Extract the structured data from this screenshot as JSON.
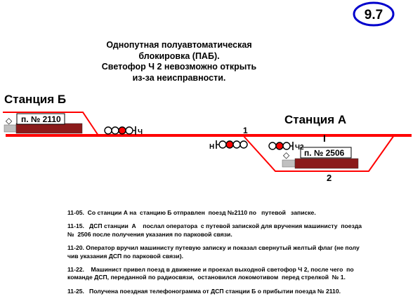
{
  "badge": "9.7",
  "title_lines": [
    "Однопутная полуавтоматическая",
    "блокировка   (ПАБ).",
    "Светофор Ч 2 невозможно открыть",
    "из-за неисправности."
  ],
  "stations": {
    "b": "Станция Б",
    "a": "Станция А"
  },
  "trains": {
    "left": "п. № 2110",
    "right": "п. № 2506"
  },
  "signals": {
    "ch": "Ч",
    "n": "Н",
    "ch2": "Ч2"
  },
  "tracks": {
    "one": "1",
    "main": "I",
    "two": "2"
  },
  "log": [
    "11-05.  Со станции А на  станцию Б отправлен  поезд №2110 по   путевой   записке.",
    "11-15.   ДСП станции  А    послал оператора  с путевой запиской для вручения машинисту  поезда\n№  2506 после получения указания по парковой связи.",
    "11-20. Оператор вручил машинисту путевую записку и показал свернутый желтый флаг (не полу\nчив указания ДСП по парковой связи).",
    "11-22.    Машинист привел поезд в движение и проехал выходной светофор Ч 2, после чего  по\nкоманде ДСП, переданной по радиосвязи,  остановился локомотивом  перед стрелкой  № 1.",
    "11-25.   Получена поездная телефонограмма от ДСП станции Б о прибытии поезда № 2110."
  ],
  "colors": {
    "track": "#ff0000",
    "badge_border": "#0000cc",
    "train_body": "#8b1a1a",
    "loco": "#c0c0c0",
    "signal_red": "#ff0000"
  }
}
